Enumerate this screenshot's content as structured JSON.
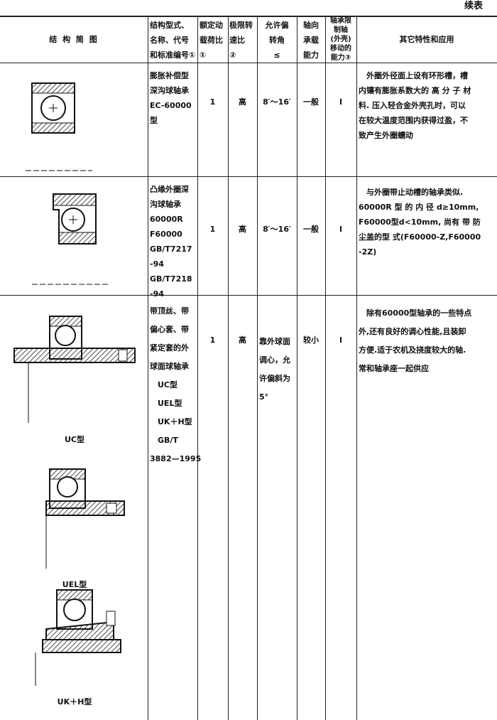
{
  "title": "续表",
  "headers": {
    "diagram": "结 构 简 图",
    "type": [
      "结构型式、",
      "名称、代号",
      "和标准编号①"
    ],
    "load": [
      "额定动",
      "载荷比",
      "①"
    ],
    "speed": [
      "极限转",
      "速比",
      "②"
    ],
    "angle": [
      "允许偏",
      "转角",
      "≤"
    ],
    "axial": [
      "轴向",
      "承载",
      "能力"
    ],
    "limit": [
      "轴承限",
      "制轴",
      "(外壳)",
      "移动的",
      "能力③"
    ],
    "features": "其它特性和应用"
  },
  "rows": [
    {
      "type": [
        "膨胀补偿型",
        "深沟球轴承",
        "EC-60000",
        "型"
      ],
      "load": "1",
      "speed": "高",
      "angle": [
        "8′～16′"
      ],
      "axial": "一般",
      "limit": "I",
      "features": [
        "　外圈外径面上设有环形槽，槽",
        "内镶有膨胀系数大的 高 分 子 材",
        "料. 压入轻合金外壳孔时，可以",
        "在较大温度范围内获得过盈，不",
        "致产生外圈蠕动"
      ]
    },
    {
      "type": [
        "凸缘外圈深",
        "沟球轴承",
        " 60000R",
        " F60000",
        "GB/T7217",
        "-94",
        "GB/T7218",
        " -94"
      ],
      "load": "1",
      "speed": "高",
      "angle": [
        "8′～16′"
      ],
      "axial": "一般",
      "limit": "I",
      "features": [
        "　与外圈带止动槽的轴承类似.",
        "60000R 型 的 内 径 d≥10mm,",
        "F60000型d<10mm, 尚有 带 防",
        "尘盖的型 式(F60000-Z,F60000",
        "-2Z)"
      ]
    },
    {
      "type": [
        "带顶丝、带",
        "偏心套、带",
        "紧定套的外",
        "球面球轴承",
        "　UC型",
        "　UEL型",
        "　UK＋H型",
        "　GB/T",
        "3882—1995"
      ],
      "load": "1",
      "speed": "高",
      "angle": [
        "靠外球面",
        "调心，允",
        "许偏斜为",
        "5°"
      ],
      "axial": "较小",
      "limit": "I",
      "features": [
        "　除有60000型轴承的一些特点",
        "外,还有良好的调心性能,且装卸",
        "方便.适于农机及挠度较大的轴.",
        "常和轴承座一起供应"
      ],
      "diagram_labels": [
        "UC型",
        "UEL型",
        "UK＋H型"
      ]
    }
  ]
}
